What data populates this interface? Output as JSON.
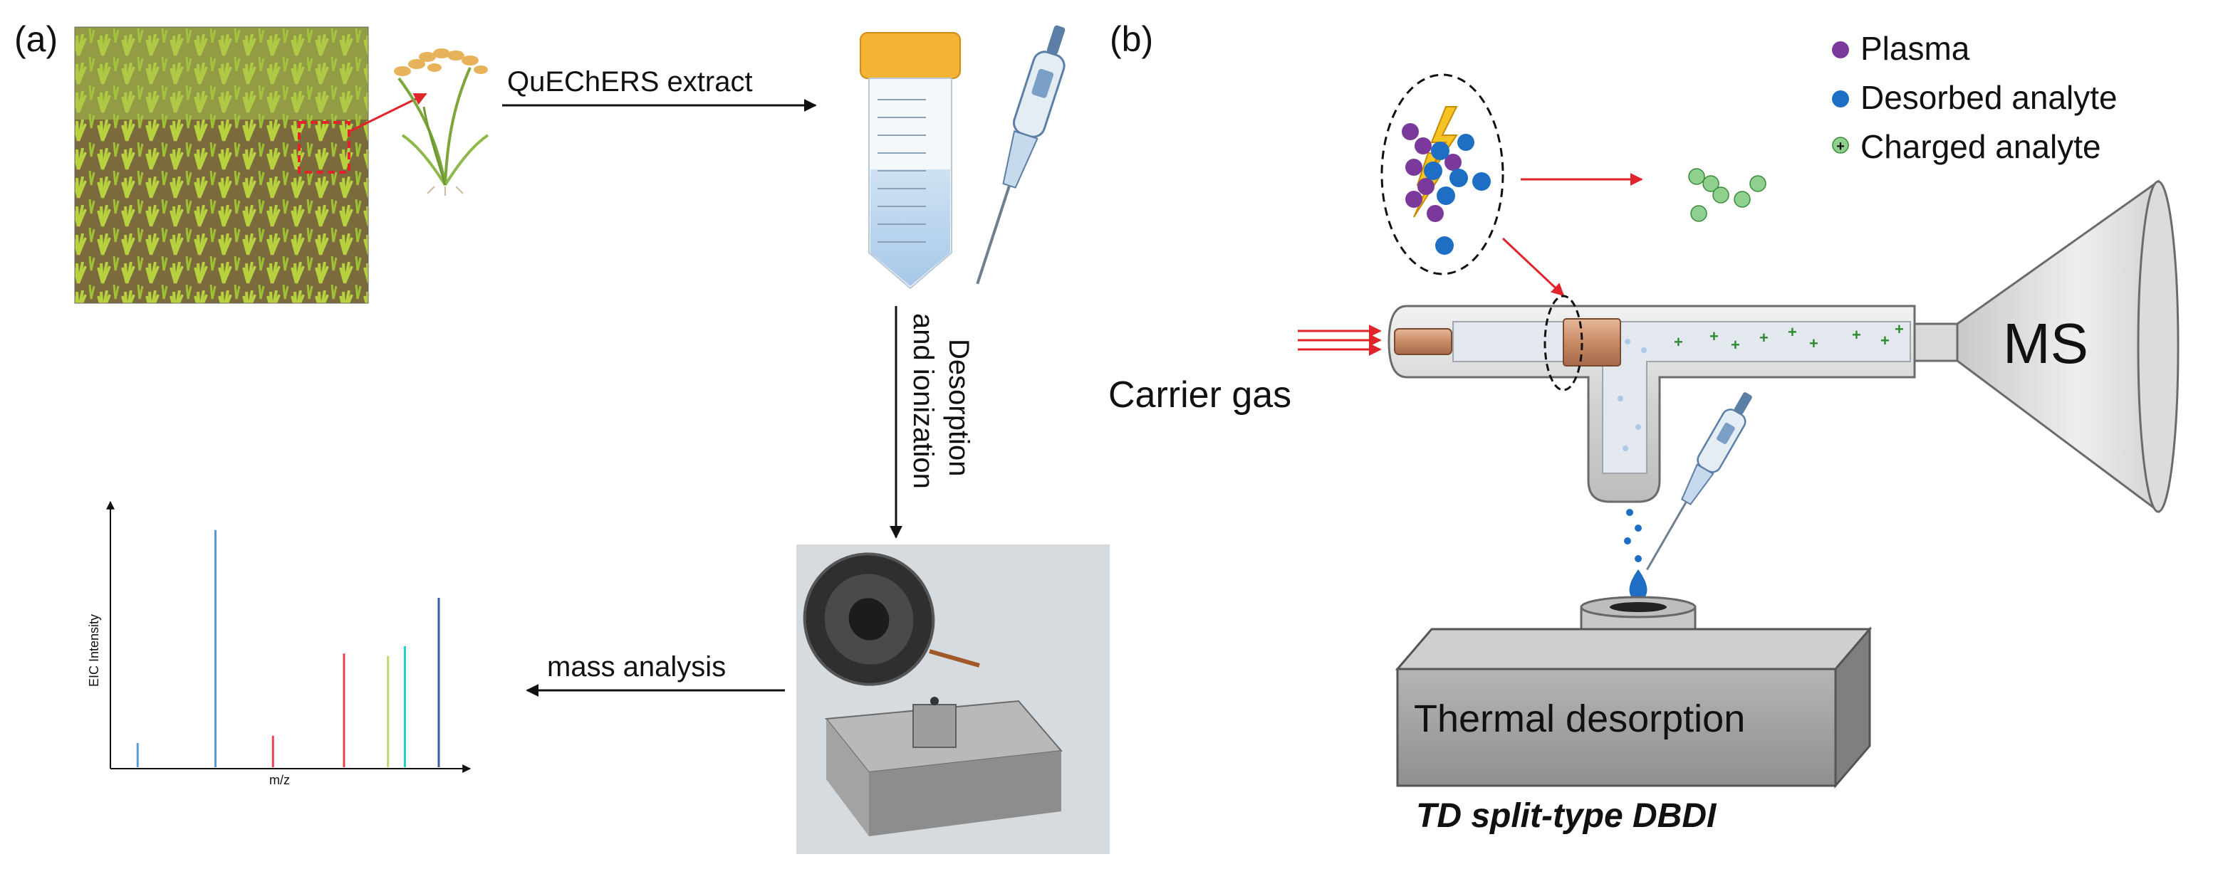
{
  "panel_a": {
    "label": "(a)",
    "step_extract": "QuEChERS extract",
    "step_desorption_line1": "Desorption",
    "step_desorption_line2": "and ionization",
    "step_mass": "mass analysis",
    "spectrum": {
      "ylabel": "EIC Intensity",
      "xlabel": "m/z",
      "peaks": [
        {
          "x": 0.07,
          "height": 0.1,
          "color": "#5b9bd5"
        },
        {
          "x": 0.3,
          "height": 0.98,
          "color": "#5b9bd5"
        },
        {
          "x": 0.47,
          "height": 0.13,
          "color": "#e8424a"
        },
        {
          "x": 0.68,
          "height": 0.47,
          "color": "#e8424a"
        },
        {
          "x": 0.81,
          "height": 0.46,
          "color": "#b8d86a"
        },
        {
          "x": 0.86,
          "height": 0.5,
          "color": "#22d3c5"
        },
        {
          "x": 0.96,
          "height": 0.7,
          "color": "#3a5fa8"
        }
      ]
    }
  },
  "panel_b": {
    "label": "(b)",
    "legend": {
      "plasma": "Plasma",
      "desorbed": "Desorbed analyte",
      "charged": "Charged analyte"
    },
    "carrier_gas": "Carrier gas",
    "ms": "MS",
    "thermal": "Thermal desorption",
    "title": "TD split-type DBDI"
  },
  "colors": {
    "plasma": "#7b3a9b",
    "desorbed": "#1e6fc4",
    "charged": "#6cc46c",
    "arrow_red": "#e0242a",
    "tube_gray": "#dadada",
    "tube_stroke": "#7a7a7a"
  }
}
